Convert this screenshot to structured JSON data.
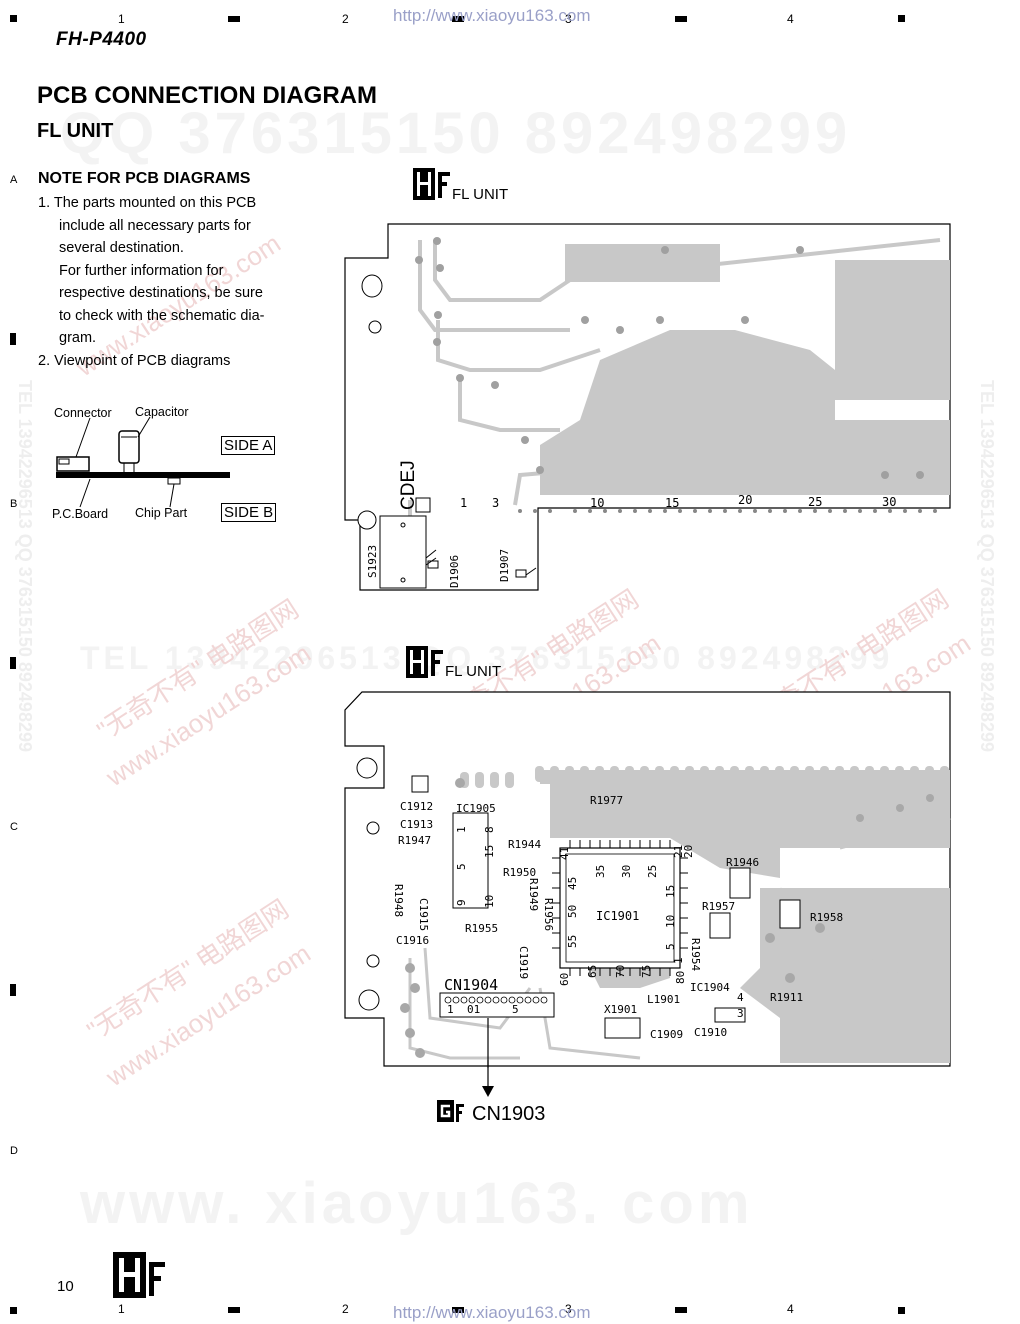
{
  "header": {
    "model": "FH-P4400",
    "url": "http://www.xiaoyu163.com",
    "grid_numbers": [
      "1",
      "2",
      "3",
      "4"
    ]
  },
  "side_letters": [
    "A",
    "B",
    "C",
    "D"
  ],
  "title": "PCB CONNECTION DIAGRAM",
  "subtitle": "FL UNIT",
  "note": {
    "title": "NOTE FOR PCB DIAGRAMS",
    "item1_lines": [
      "1. The parts mounted on this PCB",
      "include all necessary parts for",
      "several destination.",
      "For further information for",
      "respective destinations, be sure",
      "to check with the schematic dia-",
      "gram."
    ],
    "item2": "2. Viewpoint of PCB diagrams"
  },
  "viewpoint": {
    "connector": "Connector",
    "capacitor": "Capacitor",
    "board": "P.C.Board",
    "chip": "Chip Part",
    "side_a": "SIDE A",
    "side_b": "SIDE B"
  },
  "diagram1": {
    "badge": "HF",
    "label": "FL UNIT",
    "cdej": "CDEJ",
    "components": [
      "S1923",
      "D1906",
      "D1907"
    ],
    "pin_numbers": [
      "1",
      "3",
      "10",
      "15",
      "20",
      "25",
      "30"
    ]
  },
  "diagram2": {
    "badge": "HF",
    "label": "FL UNIT",
    "components": [
      "C1912",
      "C1913",
      "R1947",
      "C1915",
      "R1948",
      "C1916",
      "IC1905",
      "R1977",
      "R1944",
      "R1950",
      "R1949",
      "R1956",
      "R1955",
      "C1919",
      "IC1901",
      "R1946",
      "R1957",
      "R1958",
      "R1954",
      "IC1904",
      "R1911",
      "L1901",
      "X1901",
      "C1909",
      "C1910",
      "CN1904"
    ],
    "ic_pins": [
      "41",
      "35",
      "30",
      "25",
      "21",
      "20",
      "15",
      "10",
      "5",
      "1",
      "45",
      "50",
      "55",
      "60",
      "65",
      "70",
      "75",
      "80"
    ],
    "small_nums": [
      "1",
      "5",
      "8",
      "15",
      "10",
      "4",
      "3",
      "5",
      "1",
      "9",
      "1",
      "01"
    ]
  },
  "cn_link": {
    "badge": "GF",
    "label": "CN1903"
  },
  "footer": {
    "page": "10",
    "badge": "HF",
    "url": "http://www.xiaoyu163.com"
  },
  "watermarks": {
    "qq": "QQ 376315150   892498299",
    "tel": "TEL 13942296513   QQ 376315150   892498299",
    "www": "www. xiaoyu163. com",
    "cn": "\"无奇不有\" 电路图网",
    "site": "www.xiaoyu163.com",
    "vertical_right": "TEL 13942296513   QQ 376315150   892498299",
    "vertical_left": "TEL 13942296513   QQ 376315150   892498299"
  }
}
